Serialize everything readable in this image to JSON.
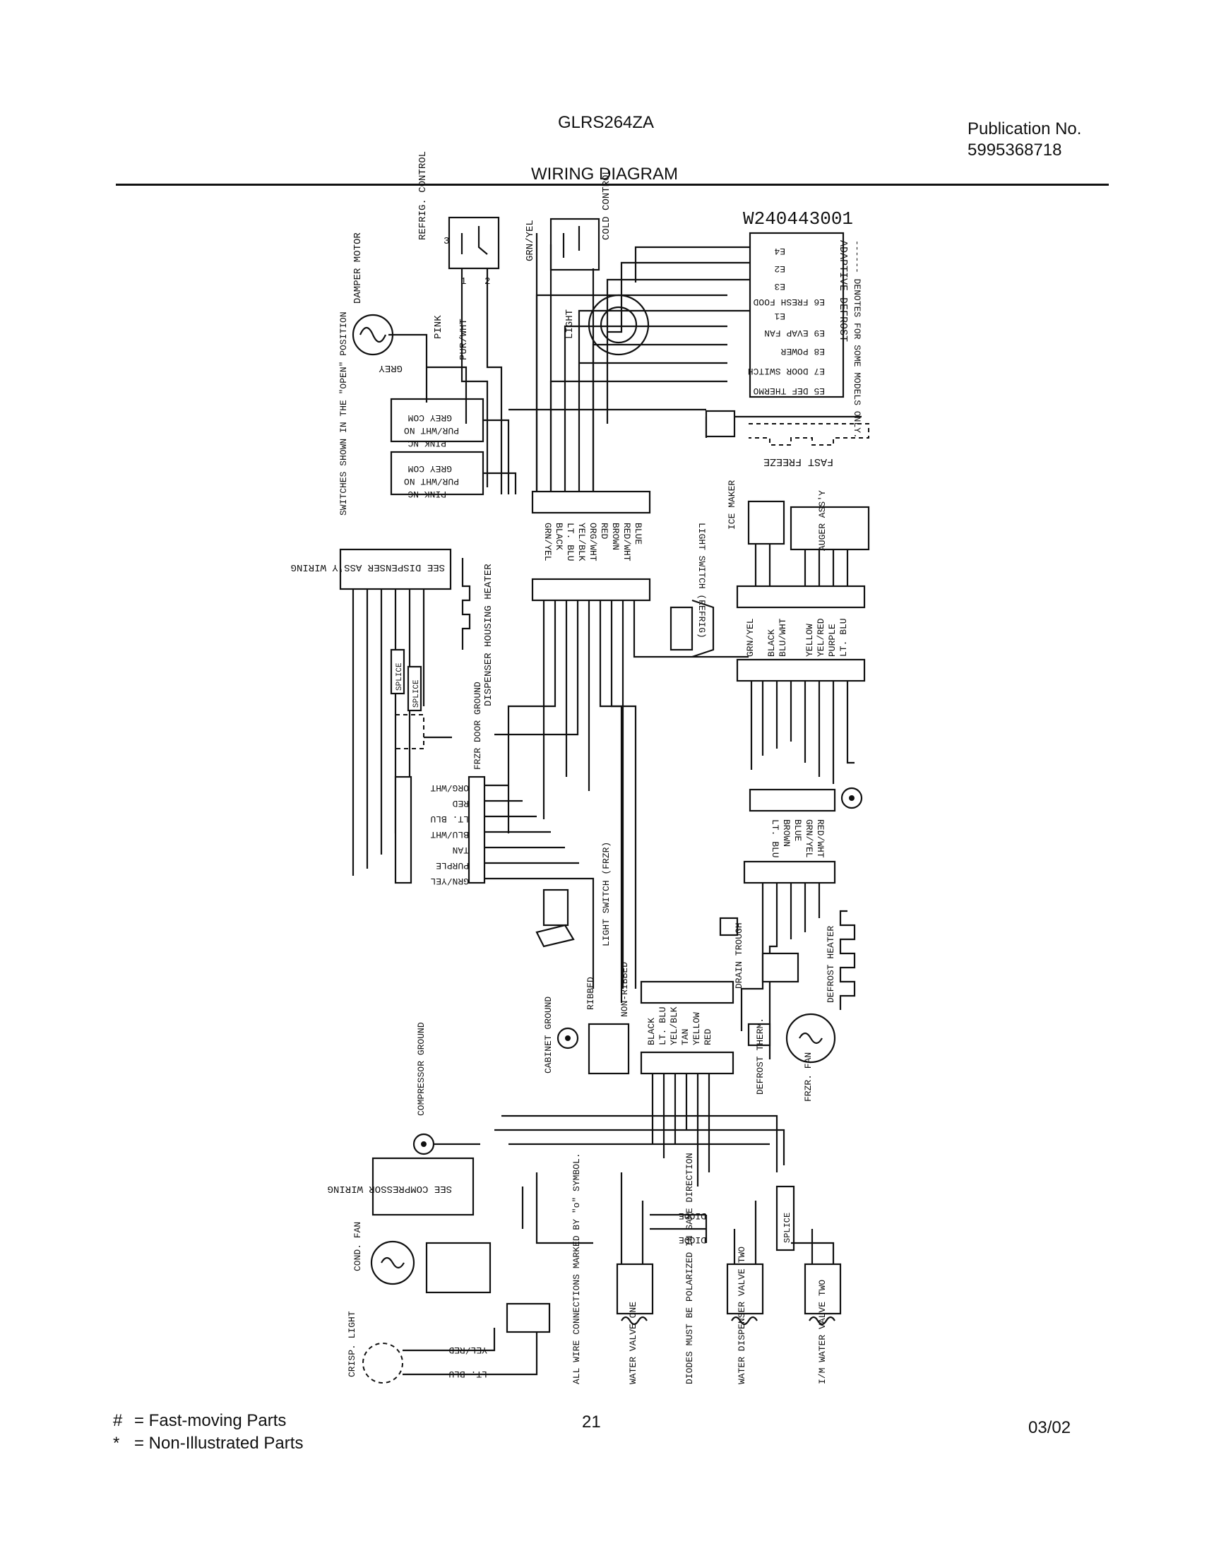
{
  "header": {
    "model": "GLRS264ZA",
    "publication_label": "Publication No.",
    "publication_number": "5995368718",
    "title": "WIRING DIAGRAM"
  },
  "diagram": {
    "part_number": "W240443001",
    "note_switches": "SWITCHES SHOWN IN THE \"OPEN\" POSITION",
    "control_board": {
      "title": "ADAPTIVE DEFROST",
      "note": "------ DENOTES FOR SOME MODELS ONLY.",
      "terminals": [
        "E4",
        "E2",
        "E3",
        "E6 FRESH FOOD",
        "E1",
        "E9 EVAP FAN",
        "E8 POWER",
        "E7 DOOR SWITCH",
        "E5 DEF THERMO"
      ]
    },
    "components": {
      "refrig_control": "REFRIG. CONTROL",
      "cold_control": "COLD CONTROL",
      "damper_motor": "DAMPER MOTOR",
      "light": "LIGHT",
      "fast_freeze": "FAST FREEZE",
      "dispenser_assy": "SEE DISPENSER ASS'Y WIRING",
      "dispenser_heater": "DISPENSER HOUSING HEATER",
      "splice": "SPLICE",
      "frzr_door_ground": "FRZR DOOR GROUND",
      "light_switch_refrig": "LIGHT SWITCH (REFRIG)",
      "light_switch_frzr": "LIGHT SWITCH (FRZR)",
      "ice_maker": "ICE MAKER",
      "auger_assy": "AUGER ASS'Y",
      "drain_trough": "DRAIN TROUGH",
      "defrost_heater": "DEFROST HEATER",
      "defrost_therm": "DEFROST THERM.",
      "frzr_fan": "FRZR. FAN",
      "ribbed": "RIBBED",
      "non_ribbed": "NON-RIBBED",
      "cabinet_ground": "CABINET GROUND",
      "compressor_ground": "COMPRESSOR GROUND",
      "compressor_wiring": "SEE COMPRESSOR WIRING",
      "cond_fan": "COND. FAN",
      "crisp_light": "CRISP. LIGHT",
      "diode": "DIODE",
      "wire_connections_note": "ALL WIRE CONNECTIONS MARKED BY \"o\" SYMBOL.",
      "diodes_note": "DIODES MUST BE POLARIZED IN SAME DIRECTION",
      "water_valve_one": "WATER VALVE ONE",
      "water_dispenser_valve_two": "WATER DISPENSER VALVE TWO",
      "im_water_valve_two": "I/M WATER VALVE TWO"
    },
    "wire_labels": {
      "damper_top": [
        "GREY COM",
        "PUR/WHT NO",
        "PINK NC"
      ],
      "damper_bottom": [
        "GREY COM",
        "PUR/WHT NO",
        "PINK NC"
      ],
      "damper_wires": [
        "PINK",
        "PUR/WHT",
        "GREY"
      ],
      "grn_yel": "GRN/YEL",
      "upper_harness": [
        "GRN/YEL",
        "BLACK",
        "LT. BLU",
        "YEL/BLK",
        "ORG/WHT",
        "RED",
        "BROWN",
        "RED/WHT",
        "BLUE"
      ],
      "dispenser_block": [
        "ORG/WHT",
        "RED",
        "LT. BLU",
        "BLU/WHT",
        "TAN",
        "PURPLE",
        "GRN/YEL"
      ],
      "ice_harness": [
        "GRN/YEL",
        "BLACK",
        "BLU/WHT",
        "YELLOW",
        "YEL/RED",
        "PURPLE",
        "LT. BLU"
      ],
      "evap_harness": [
        "LT. BLU",
        "BROWN",
        "BLUE",
        "GRN/YEL",
        "RED/WHT"
      ],
      "lower_harness": [
        "BLACK",
        "LT. BLU",
        "YEL/BLK",
        "TAN",
        "YELLOW",
        "RED"
      ],
      "crisp_wires": [
        "YEL/RED",
        "LT. BLU"
      ],
      "refrig_terms": [
        "3",
        "1",
        "2"
      ]
    }
  },
  "footer": {
    "legend": [
      {
        "symbol": "#",
        "text": "= Fast-moving Parts"
      },
      {
        "symbol": "*",
        "text": "= Non-Illustrated Parts"
      }
    ],
    "page_number": "21",
    "date": "03/02"
  }
}
